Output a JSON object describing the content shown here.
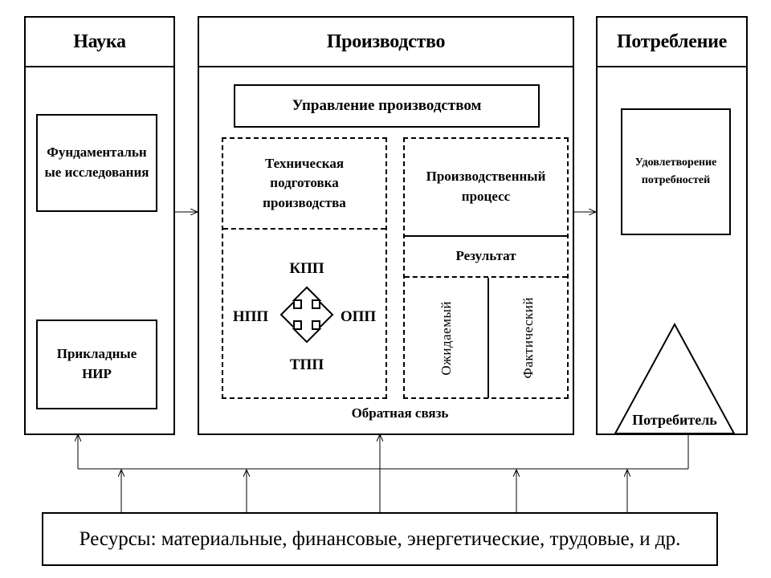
{
  "columns": {
    "science": {
      "title": "Наука",
      "fundamental": "Фундаментальные исследования",
      "applied": "Прикладные НИР"
    },
    "production": {
      "title": "Производство",
      "management": "Управление производством",
      "tech_prep": "Техническая подготовка производства",
      "prod_process": "Производственный процесс",
      "result": "Результат",
      "expected": "Ожидаемый",
      "actual": "Фактический",
      "kpp": "КПП",
      "npp": "НПП",
      "opp": "ОПП",
      "tpp": "ТПП",
      "feedback": "Обратная связь"
    },
    "consumption": {
      "title": "Потребление",
      "satisfaction": "Удовлетворение потребностей",
      "consumer": "Потребитель"
    }
  },
  "resources": "Ресурсы: материальные, финансовые, энергетические, трудовые, и др."
}
